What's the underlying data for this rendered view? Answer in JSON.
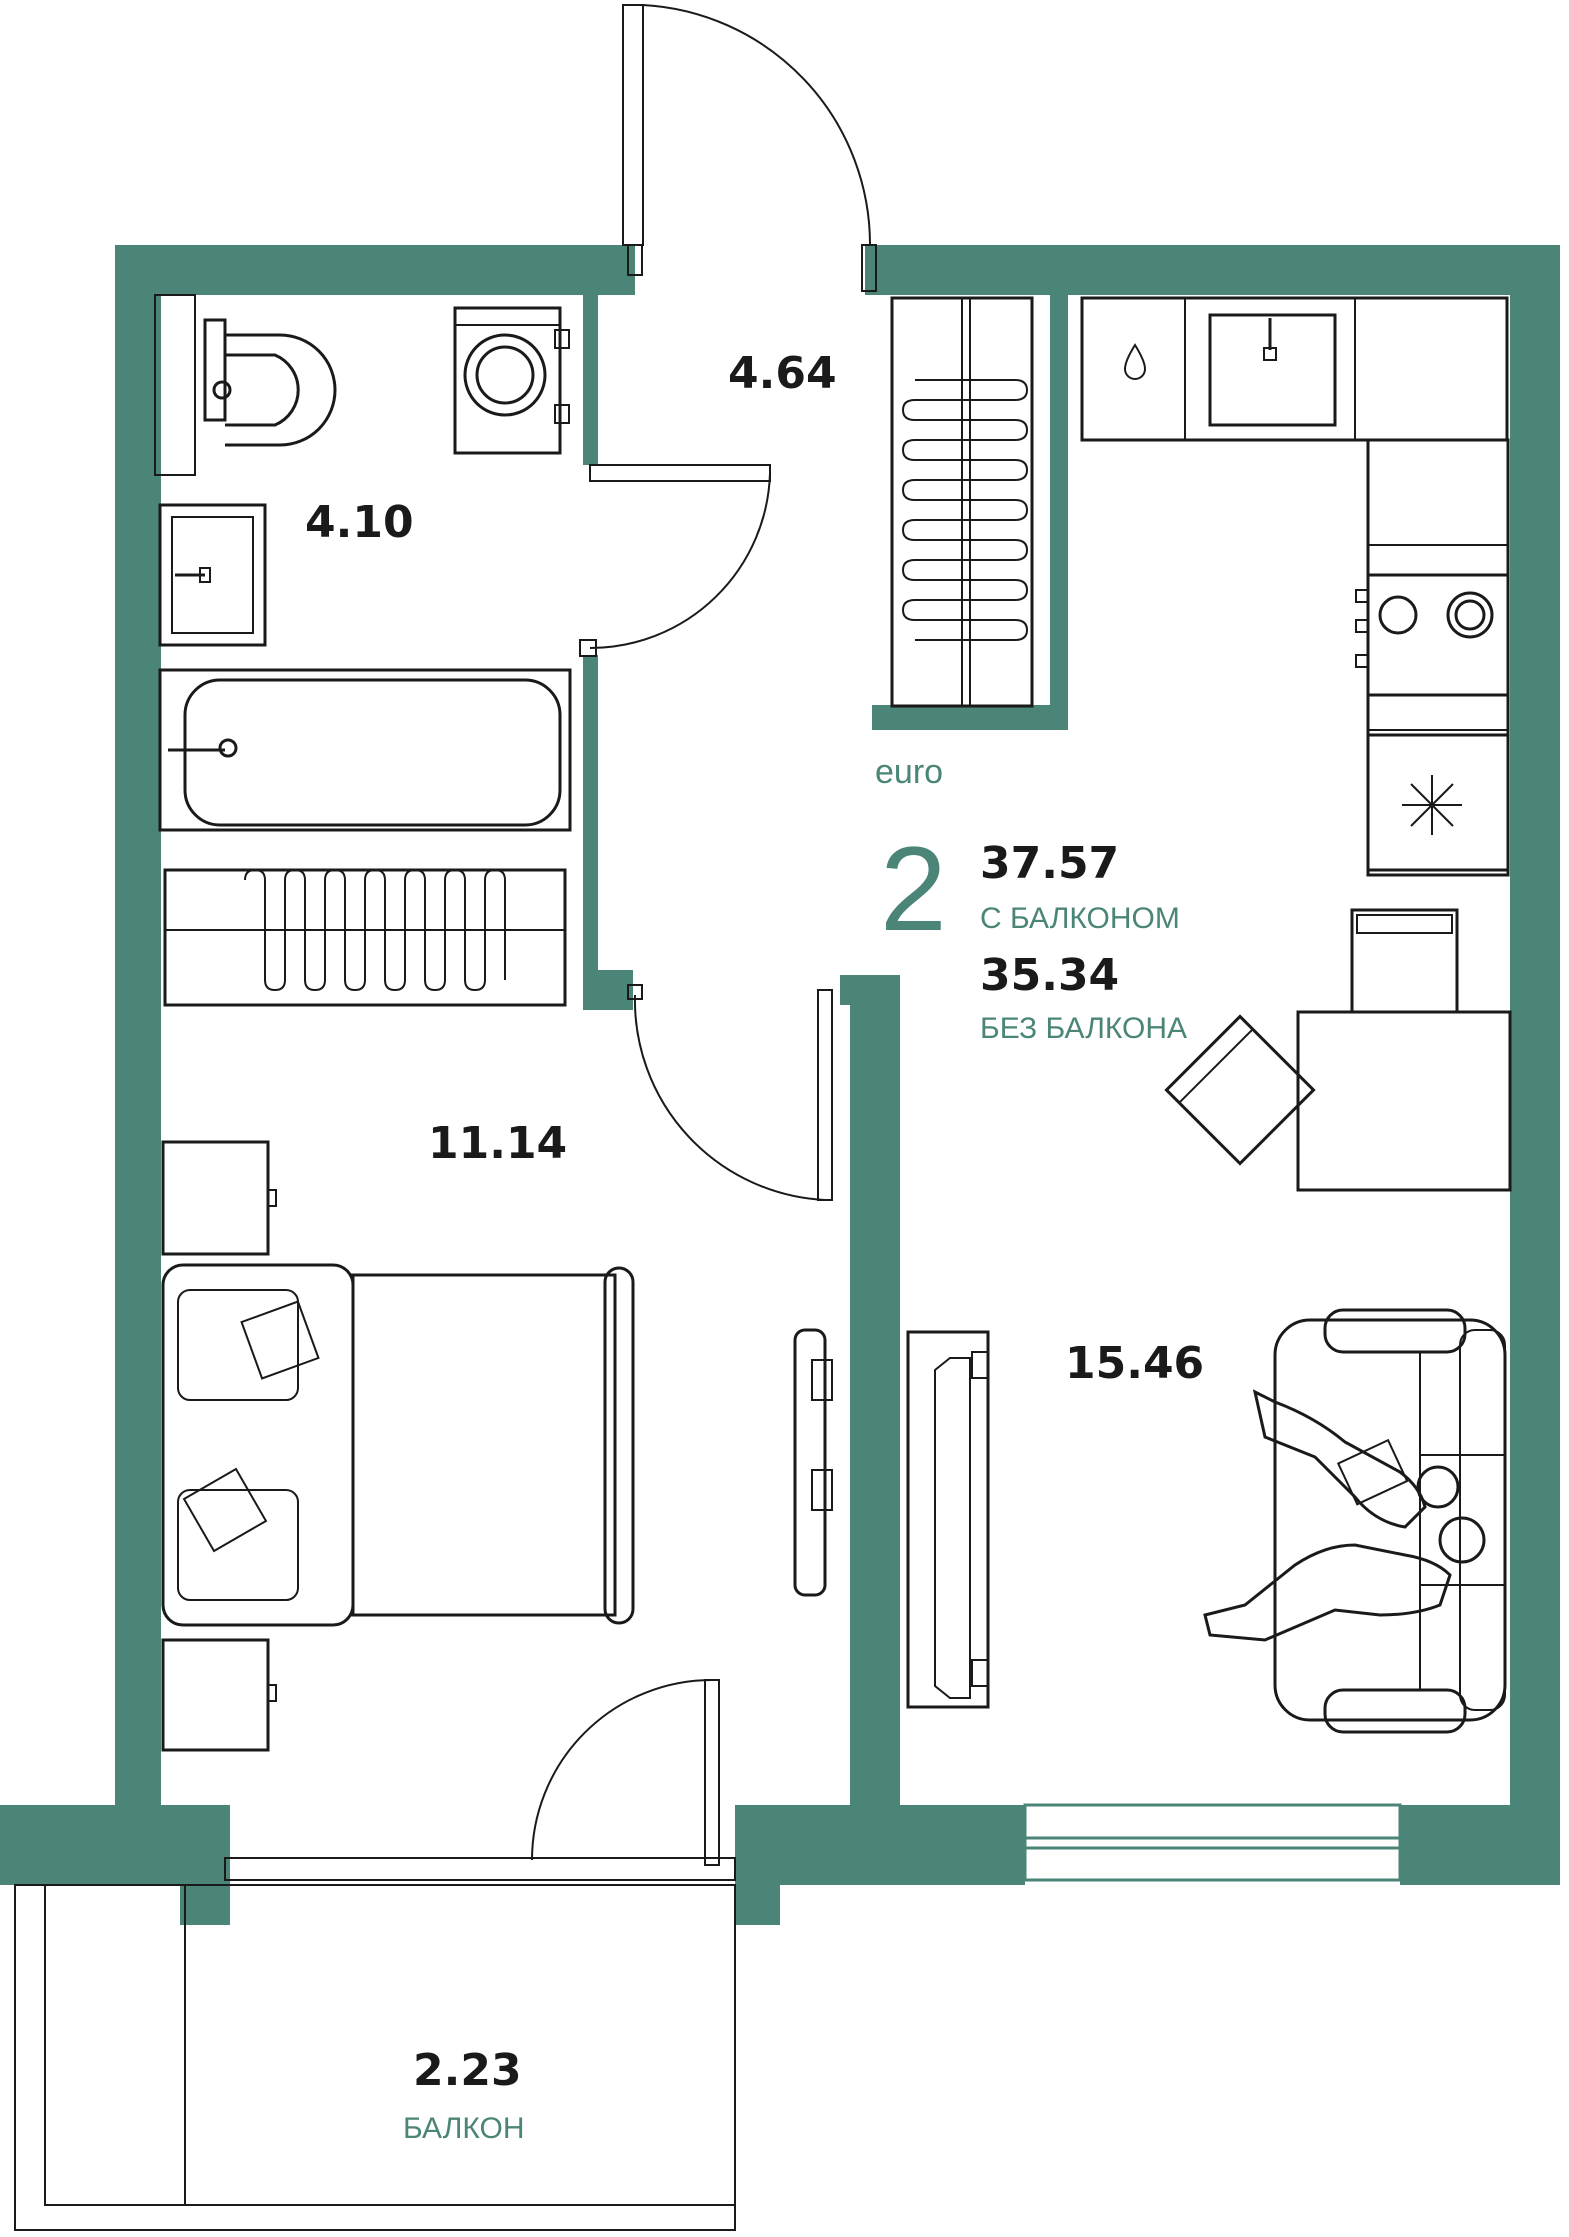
{
  "colors": {
    "wall": "#4a8577",
    "accent": "#4a8577",
    "ink": "#1a1a1a",
    "background": "#ffffff"
  },
  "apartment": {
    "type_label": "euro",
    "rooms": "2",
    "total_area": "37.57",
    "total_caption": "С БАЛКОНОМ",
    "net_area": "35.34",
    "net_caption": "БЕЗ БАЛКОНА"
  },
  "rooms": {
    "bathroom": {
      "area": "4.10",
      "icons": [
        "toilet-icon",
        "washing-machine-icon",
        "sink-icon",
        "bathtub-icon"
      ]
    },
    "hallway": {
      "area": "4.64",
      "icons": [
        "wardrobe-icon"
      ]
    },
    "bedroom": {
      "area": "11.14",
      "icons": [
        "bed-icon",
        "nightstand-icon",
        "wardrobe-icon",
        "tv-icon"
      ]
    },
    "kitchen_living": {
      "area": "15.46",
      "icons": [
        "kitchen-sink-icon",
        "stove-icon",
        "fridge-icon",
        "dining-table-icon",
        "chair-icon",
        "sofa-icon",
        "people-icon"
      ]
    },
    "balcony": {
      "area": "2.23",
      "label": "БАЛКОН"
    }
  }
}
